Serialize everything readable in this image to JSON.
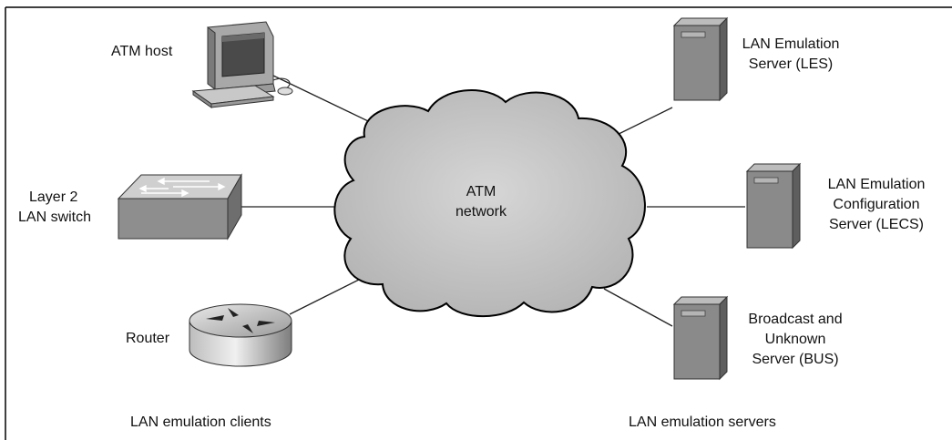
{
  "clients": {
    "atm_host": "ATM host",
    "switch": [
      "Layer 2",
      "LAN switch"
    ],
    "router": "Router"
  },
  "cloud": [
    "ATM",
    "network"
  ],
  "servers": {
    "les": [
      "LAN Emulation",
      "Server (LES)"
    ],
    "lecs": [
      "LAN Emulation",
      "Configuration",
      "Server (LECS)"
    ],
    "bus": [
      "Broadcast and",
      "Unknown",
      "Server (BUS)"
    ]
  },
  "captions": {
    "clients": "LAN emulation clients",
    "servers": "LAN emulation servers"
  }
}
